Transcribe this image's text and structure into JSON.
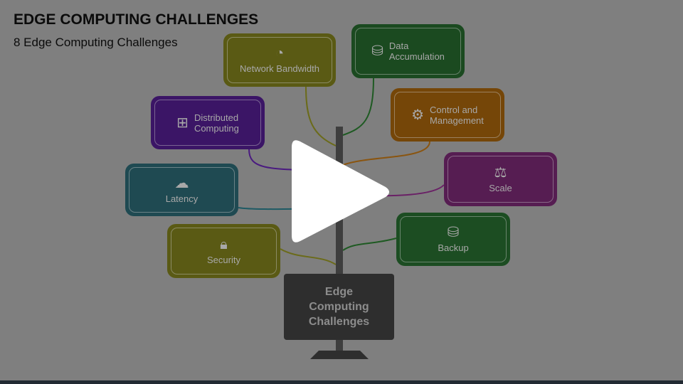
{
  "title": "EDGE COMPUTING CHALLENGES",
  "subtitle": "8 Edge Computing Challenges",
  "center": "Edge\nComputing\nChallenges",
  "items": [
    {
      "label": "Network Bandwidth",
      "icon": "gauge-icon",
      "color": "#5a5a14"
    },
    {
      "label": "Data\nAccumulation",
      "icon": "database-icon",
      "color": "#1b4a20"
    },
    {
      "label": "Distributed\nComputing",
      "icon": "network-icon",
      "color": "#3b1566"
    },
    {
      "label": "Control and\nManagement",
      "icon": "gear-dollar-icon",
      "color": "#754608"
    },
    {
      "label": "Latency",
      "icon": "cloud-icon",
      "color": "#1f4a52"
    },
    {
      "label": "Scale",
      "icon": "scale-icon",
      "color": "#561d52"
    },
    {
      "label": "Security",
      "icon": "lock-icon",
      "color": "#5a5a14"
    },
    {
      "label": "Backup",
      "icon": "database-backup-icon",
      "color": "#1c4d22"
    }
  ]
}
